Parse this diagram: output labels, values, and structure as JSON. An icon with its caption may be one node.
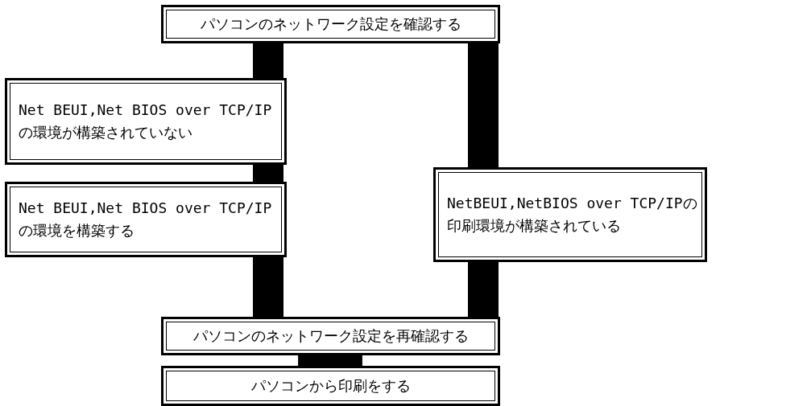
{
  "diagram": {
    "nodes": [
      {
        "text": [
          "パソコンのネットワーク設定を確認する"
        ]
      },
      {
        "text": [
          "Net BEUI,Net BIOS over TCP/IPの環境が構築されていない"
        ]
      },
      {
        "text": [
          "Net BEUI,Net BIOS over TCP/IPの環境を構築する"
        ]
      },
      {
        "text": [
          "NetBEUI,NetBIOS over TCP/IPの印刷環境が構築されている"
        ]
      },
      {
        "text": [
          "パソコンのネットワーク設定を再確認する"
        ]
      },
      {
        "text": [
          "パソコンから印刷をする"
        ]
      }
    ],
    "edges": [
      {
        "from": 0,
        "to": 1,
        "arrow": "none"
      },
      {
        "from": 1,
        "to": 2,
        "arrow": "none"
      },
      {
        "from": 2,
        "to": 4,
        "arrow": "none"
      },
      {
        "from": 0,
        "to": 3,
        "arrow": "none"
      },
      {
        "from": 3,
        "to": 4,
        "arrow": "none"
      },
      {
        "from": 4,
        "to": 5,
        "arrow": "none",
        "style": "thick"
      }
    ]
  }
}
